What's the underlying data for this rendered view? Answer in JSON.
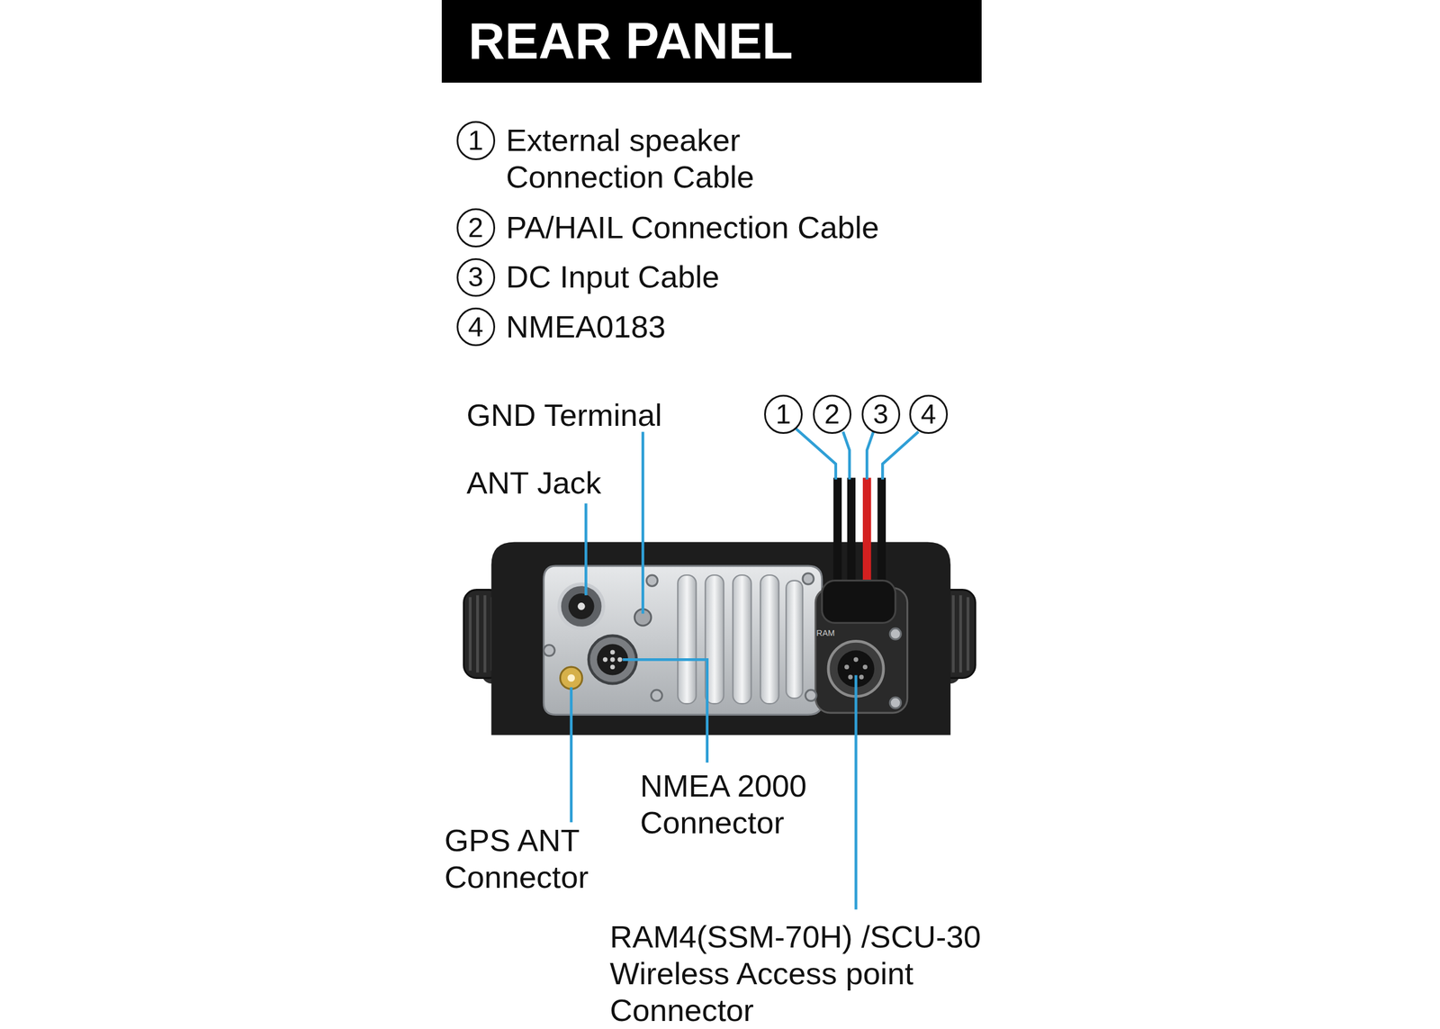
{
  "diagram": {
    "title": "REAR PANEL",
    "nodes": [
      {
        "text": [
          "1"
        ]
      },
      {
        "text": [
          "2"
        ]
      },
      {
        "text": [
          "3"
        ]
      },
      {
        "text": [
          "4"
        ]
      },
      {
        "text": [
          "1"
        ]
      },
      {
        "text": [
          "2"
        ]
      },
      {
        "text": [
          "3"
        ]
      },
      {
        "text": [
          "4"
        ]
      }
    ],
    "labels": [
      "External speaker Connection Cable",
      "PA/HAIL Connection Cable",
      "DC Input Cable",
      "NMEA0183",
      "GND Terminal",
      "ANT Jack",
      "NMEA 2000 Connector",
      "GPS ANT Connector",
      "RAM4(SSM-70H) /SCU-30 Wireless Access point Connector",
      "RAM"
    ]
  }
}
